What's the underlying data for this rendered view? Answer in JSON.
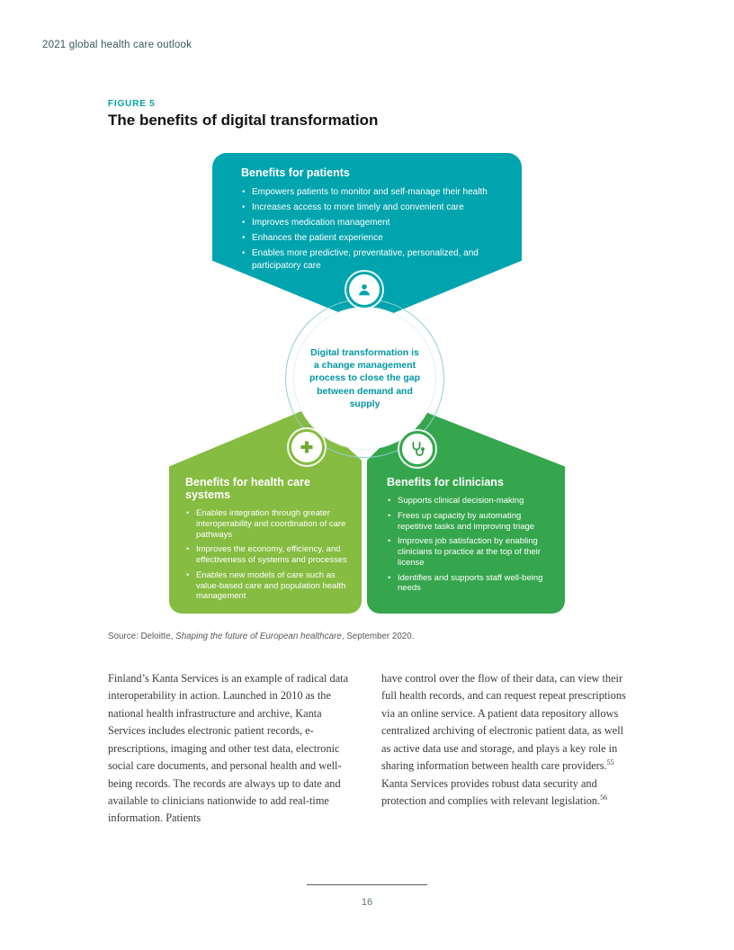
{
  "page": {
    "header": "2021 global health care outlook",
    "footer": {
      "page_number": "16"
    }
  },
  "figure": {
    "label": "FIGURE 5",
    "title": "The benefits of digital transformation",
    "center_text": "Digital transformation is a change management process to close the gap between demand and supply",
    "patients": {
      "heading": "Benefits for patients",
      "icon": "person-icon",
      "bullets": [
        "Empowers patients to monitor and self-manage their health",
        "Increases access to more timely and convenient care",
        "Improves medication management",
        "Enhances the patient experience",
        "Enables more predictive, preventative, personalized, and participatory care"
      ]
    },
    "systems": {
      "heading": "Benefits for health care systems",
      "icon": "medical-cross-icon",
      "bullets": [
        "Enables integration through greater interoperability and coordination of care pathways",
        "Improves the economy, efficiency, and effectiveness of systems and processes",
        "Enables new models of care such as value-based care and population health management"
      ]
    },
    "clinicians": {
      "heading": "Benefits for clinicians",
      "icon": "stethoscope-icon",
      "bullets": [
        "Supports clinical decision-making",
        "Frees up capacity by automating repetitive tasks and improving triage",
        "Improves job satisfaction by enabling clinicians to practice at the top of their license",
        "Identifies and supports staff well-being needs"
      ]
    },
    "source": {
      "prefix": "Source: Deloitte, ",
      "work": "Shaping the future of European healthcare",
      "suffix": ", September 2020."
    },
    "colors": {
      "teal": "#00A4AE",
      "light_green": "#86BC41",
      "green": "#35A64D",
      "center_text_teal": "#0097A3",
      "figure_label_teal": "#00A3A1"
    }
  },
  "body": {
    "left_column": "Finland’s Kanta Services is an example of radical data interoperability in action. Launched in 2010 as the national health infrastructure and archive, Kanta Services includes electronic patient records, e-prescriptions, imaging and other test data, electronic social care documents, and personal health and well-being records. The records are always up to date and available to clinicians nationwide to add real-time information. Patients",
    "right_column": {
      "part1": "have control over the flow of their data, can view their full health records, and can request repeat prescriptions via an online service. A patient data repository allows centralized archiving of electronic patient data, as well as active data use and storage, and plays a key role in sharing information between health care providers.",
      "footnote1": "55",
      "part2": " Kanta Services provides robust data security and protection and complies with relevant legislation.",
      "footnote2": "56"
    }
  }
}
